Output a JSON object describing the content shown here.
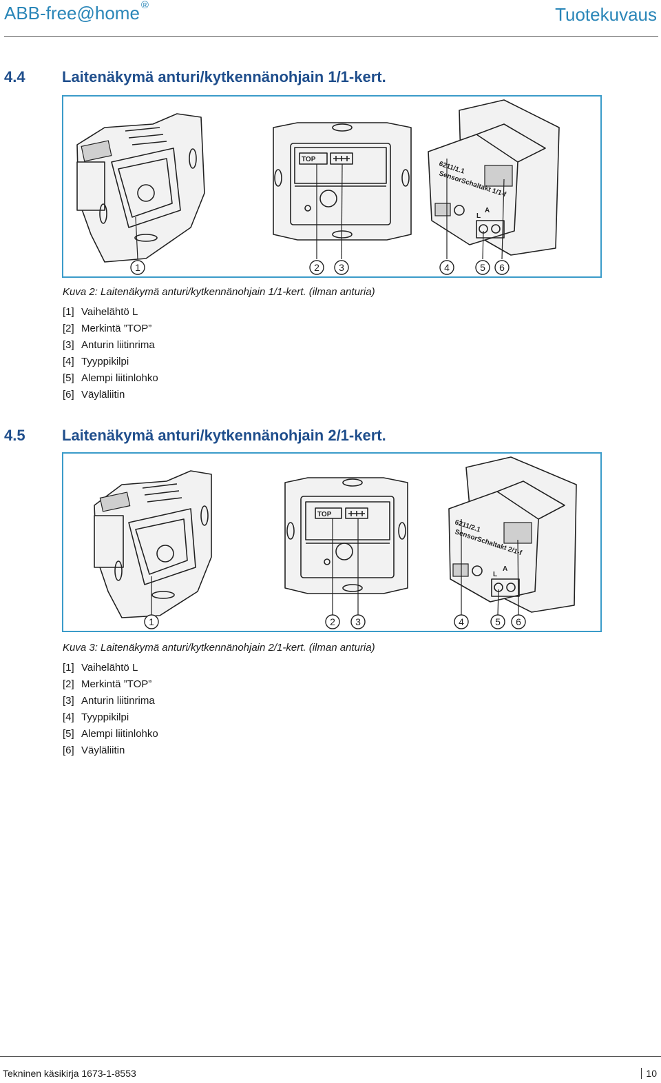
{
  "header": {
    "brand": "ABB-free@home",
    "brand_mark": "®",
    "section": "Tuotekuvaus"
  },
  "sections": [
    {
      "number": "4.4",
      "title": "Laitenäkymä anturi/kytkennänohjain 1/1-kert.",
      "figure": {
        "callouts": [
          "1",
          "2",
          "3",
          "4",
          "5",
          "6"
        ],
        "top_label": "TOP",
        "plate_lines": [
          "6211/1.1",
          "SensorSchaltakt 1/1-f"
        ],
        "terminal_labels": [
          "L",
          "A"
        ]
      },
      "caption": "Kuva 2: Laitenäkymä anturi/kytkennänohjain 1/1-kert. (ilman anturia)",
      "legend": [
        {
          "ref": "[1]",
          "text": "Vaihelähtö L"
        },
        {
          "ref": "[2]",
          "text": "Merkintä ”TOP”"
        },
        {
          "ref": "[3]",
          "text": "Anturin liitinrima"
        },
        {
          "ref": "[4]",
          "text": "Tyyppikilpi"
        },
        {
          "ref": "[5]",
          "text": "Alempi liitinlohko"
        },
        {
          "ref": "[6]",
          "text": "Väyläliitin"
        }
      ]
    },
    {
      "number": "4.5",
      "title": "Laitenäkymä anturi/kytkennänohjain 2/1-kert.",
      "figure": {
        "callouts": [
          "1",
          "2",
          "3",
          "4",
          "5",
          "6"
        ],
        "top_label": "TOP",
        "plate_lines": [
          "6211/2.1",
          "SensorSchaltakt 2/1-f"
        ],
        "terminal_labels": [
          "L",
          "A"
        ]
      },
      "caption": "Kuva 3: Laitenäkymä anturi/kytkennänohjain 2/1-kert. (ilman anturia)",
      "legend": [
        {
          "ref": "[1]",
          "text": "Vaihelähtö L"
        },
        {
          "ref": "[2]",
          "text": "Merkintä ”TOP”"
        },
        {
          "ref": "[3]",
          "text": "Anturin liitinrima"
        },
        {
          "ref": "[4]",
          "text": "Tyyppikilpi"
        },
        {
          "ref": "[5]",
          "text": "Alempi liitinlohko"
        },
        {
          "ref": "[6]",
          "text": "Väyläliitin"
        }
      ]
    }
  ],
  "footer": {
    "manual": "Tekninen käsikirja 1673-1-8553",
    "page": "10"
  },
  "colors": {
    "brand": "#2a86b8",
    "heading": "#1f4e8c",
    "figure_border": "#3a9bc9"
  }
}
